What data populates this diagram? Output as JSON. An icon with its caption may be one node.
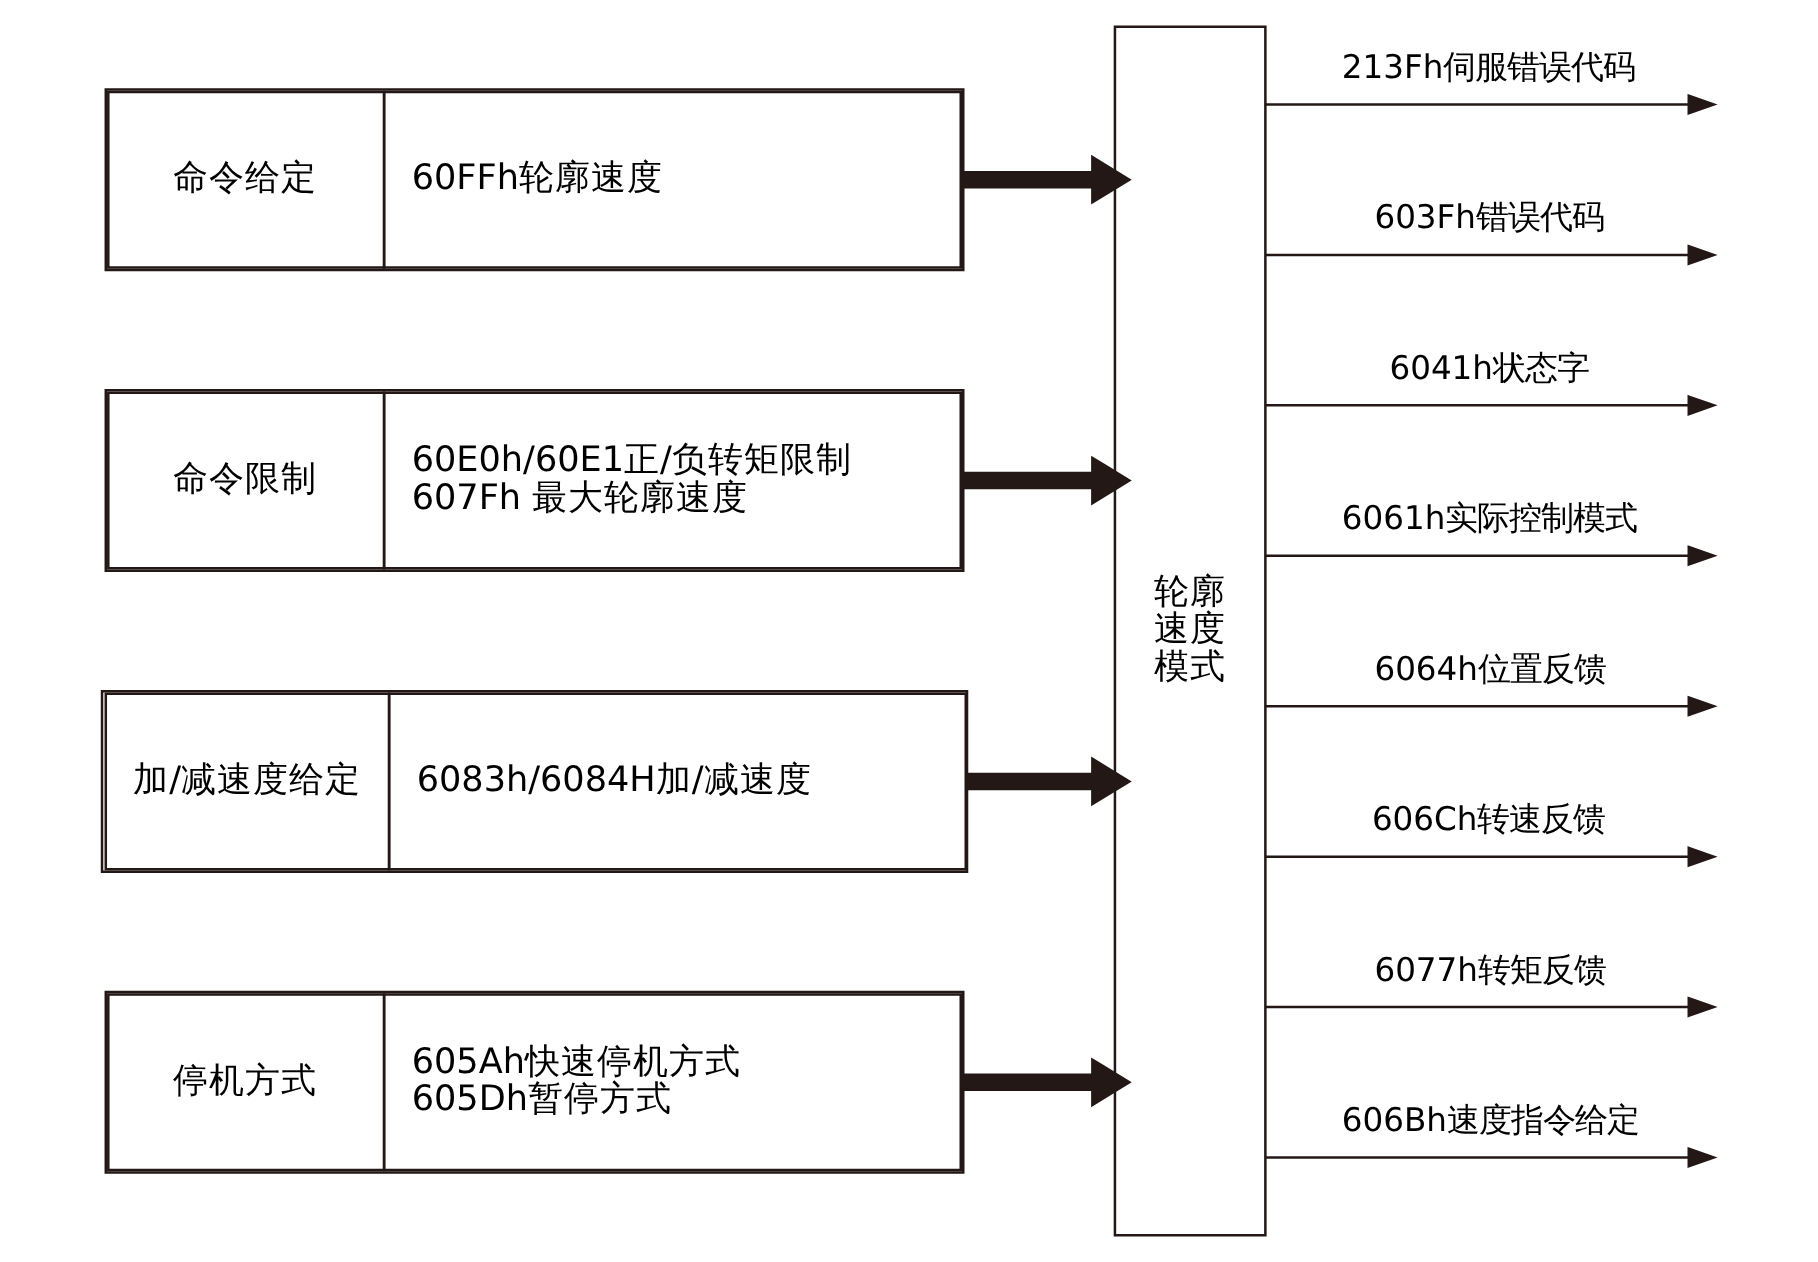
{
  "diagram": {
    "nodes": [
      {
        "text": [
          "命令给定",
          "60FFh轮廓速度"
        ]
      },
      {
        "text": [
          "命令限制",
          "60E0h/60E1正/负转矩限制",
          "607Fh 最大轮廓速度"
        ]
      },
      {
        "text": [
          "加/减速度给定",
          "6083h/6084H加/减速度"
        ]
      },
      {
        "text": [
          "停机方式",
          "605Ah快速停机方式",
          "605Dh暂停方式"
        ]
      },
      {
        "text": [
          "轮廓速度模式"
        ]
      }
    ],
    "edges": [
      {
        "from": 0,
        "to": 4,
        "arrow": "to",
        "style": "thick"
      },
      {
        "from": 1,
        "to": 4,
        "arrow": "to",
        "style": "thick"
      },
      {
        "from": 2,
        "to": 4,
        "arrow": "to",
        "style": "thick"
      },
      {
        "from": 3,
        "to": 4,
        "arrow": "to",
        "style": "thick"
      },
      {
        "from": 4,
        "to": null,
        "arrow": "to",
        "label": "213Fh伺服错误代码"
      },
      {
        "from": 4,
        "to": null,
        "arrow": "to",
        "label": "603Fh错误代码"
      },
      {
        "from": 4,
        "to": null,
        "arrow": "to",
        "label": "6041h状态字"
      },
      {
        "from": 4,
        "to": null,
        "arrow": "to",
        "label": "6061h实际控制模式"
      },
      {
        "from": 4,
        "to": null,
        "arrow": "to",
        "label": "6064h位置反馈"
      },
      {
        "from": 4,
        "to": null,
        "arrow": "to",
        "label": "606Ch转速反馈"
      },
      {
        "from": 4,
        "to": null,
        "arrow": "to",
        "label": "6077h转矩反馈"
      },
      {
        "from": 4,
        "to": null,
        "arrow": "to",
        "label": "606Bh速度指令给定"
      }
    ]
  }
}
